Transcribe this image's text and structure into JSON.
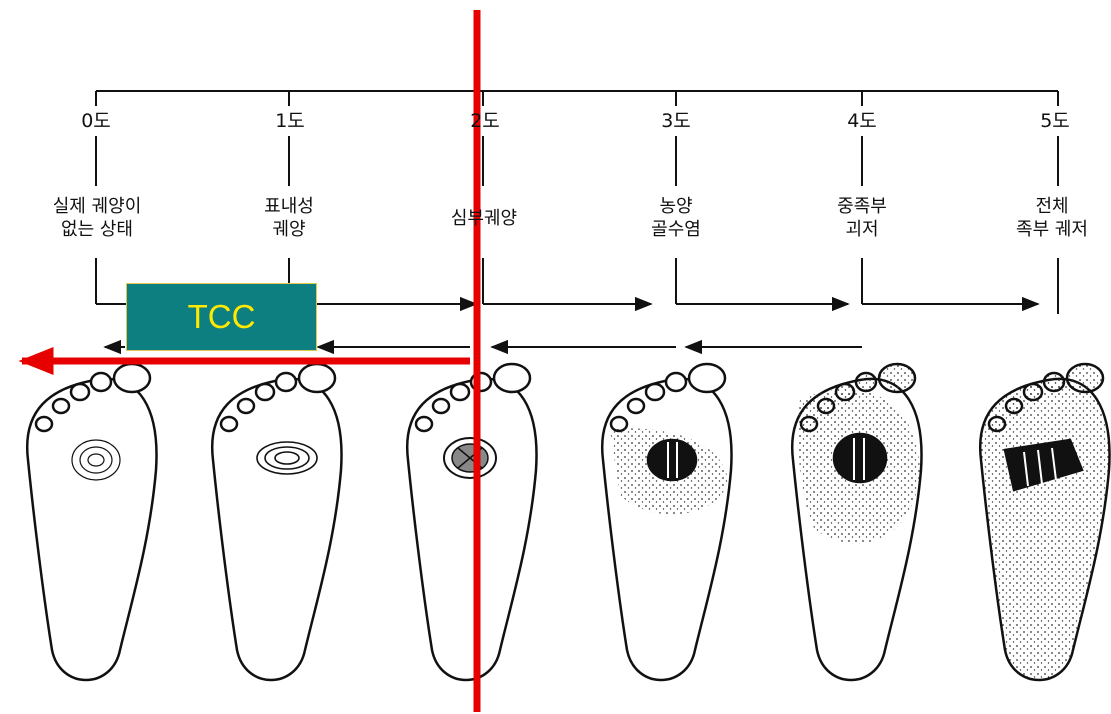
{
  "stages": [
    {
      "grade": "0도",
      "line1": "실제 궤양이",
      "line2": "없는 상태"
    },
    {
      "grade": "1도",
      "line1": "표내성",
      "line2": "궤양"
    },
    {
      "grade": "2도",
      "line1": "심부궤양",
      "line2": ""
    },
    {
      "grade": "3도",
      "line1": "농양",
      "line2": "골수염"
    },
    {
      "grade": "4도",
      "line1": "중족부",
      "line2": "괴저"
    },
    {
      "grade": "5도",
      "line1": "전체",
      "line2": "족부 궤저"
    }
  ],
  "tcc_label": "TCC",
  "colors": {
    "line": "#111111",
    "tcc_fill": "#0e7f80",
    "tcc_text": "#ffe900",
    "marker": "#e60000"
  }
}
